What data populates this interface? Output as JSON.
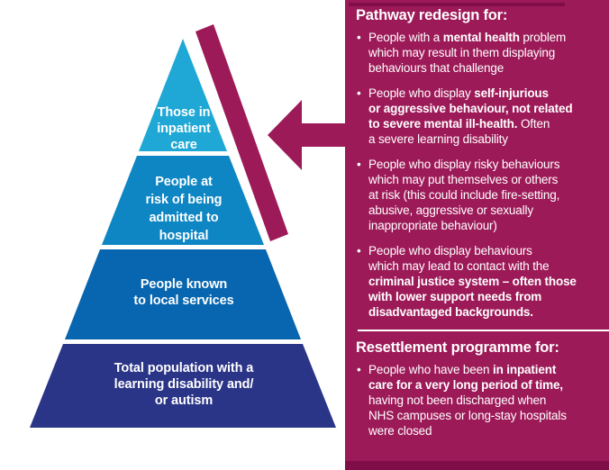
{
  "colors": {
    "tier1": "#1FA8D5",
    "tier2": "#0E86C4",
    "tier3": "#0766AF",
    "tier4": "#2B3587",
    "magenta": "#9D1A58",
    "magenta_dark": "#7F0E48",
    "text_on_dark": "#FFFFFF"
  },
  "pyramid": {
    "tiers": [
      {
        "label": "Those in\ninpatient\ncare"
      },
      {
        "label": "People at\nrisk of being\nadmitted to\nhospital"
      },
      {
        "label": "People known\nto local services"
      },
      {
        "label": "Total population with a\nlearning disability and/\nor autism"
      }
    ]
  },
  "panel": {
    "sections": [
      {
        "heading": "Pathway redesign for:",
        "bullets": [
          [
            {
              "t": "People with a "
            },
            {
              "t": "mental health",
              "b": true
            },
            {
              "t": " problem\nwhich may result in them displaying\nbehaviours that challenge"
            }
          ],
          [
            {
              "t": "People who display "
            },
            {
              "t": "self-injurious\nor aggressive behaviour, not related\nto severe mental ill-health.",
              "b": true
            },
            {
              "t": " Often\na severe learning disability"
            }
          ],
          [
            {
              "t": "People who display risky behaviours\nwhich may put themselves or others\nat risk (this could include fire-setting,\nabusive, aggressive or sexually\ninappropriate behaviour)"
            }
          ],
          [
            {
              "t": "People who display behaviours\nwhich may lead to contact with the\n"
            },
            {
              "t": "criminal justice system – often those\nwith lower support needs from\ndisadvantaged backgrounds.",
              "b": true
            }
          ]
        ]
      },
      {
        "heading": "Resettlement programme for:",
        "bullets": [
          [
            {
              "t": "People who have been "
            },
            {
              "t": "in inpatient\ncare for a very long period of time,",
              "b": true
            },
            {
              "t": "\nhaving not been discharged when\nNHS campuses or long-stay hospitals\nwere closed"
            }
          ]
        ]
      }
    ]
  }
}
